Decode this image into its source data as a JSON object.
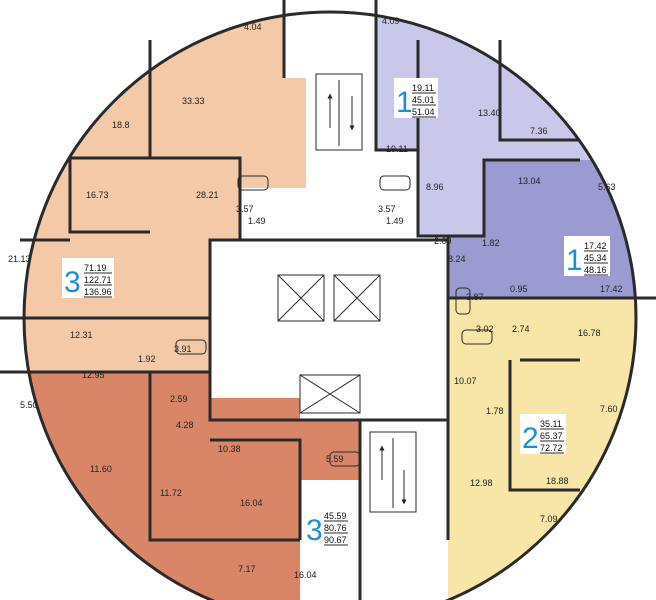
{
  "colors": {
    "peach": "#f4c9a8",
    "brick": "#d98668",
    "lavender": "#c9c8ea",
    "slate": "#9b9bd2",
    "cream": "#f7e6a8",
    "core": "#ffffff",
    "info_number": "#1e8fd6",
    "wall": "#2a2a2a"
  },
  "apartments": [
    {
      "rooms": "3",
      "living": "71.19",
      "total_no_balcony": "122.71",
      "total": "136.96"
    },
    {
      "rooms": "1",
      "living": "19.11",
      "total_no_balcony": "45.01",
      "total": "51.04"
    },
    {
      "rooms": "1",
      "living": "17.42",
      "total_no_balcony": "45.34",
      "total": "48.16"
    },
    {
      "rooms": "2",
      "living": "35.11",
      "total_no_balcony": "65.37",
      "total": "72.72"
    },
    {
      "rooms": "3",
      "living": "45.59",
      "total_no_balcony": "80.76",
      "total": "90.67"
    }
  ],
  "areas": {
    "a1": "4.04",
    "a2": "33.33",
    "a3": "18.8",
    "a4": "16.73",
    "a5": "28.21",
    "a6": "3.57",
    "a7": "1.49",
    "a8": "21.13",
    "a9": "12.31",
    "a10": "3.91",
    "a11": "1.92",
    "a12": "5.50",
    "a13": "12.95",
    "a14": "2.59",
    "a15": "4.28",
    "a16": "11.60",
    "a17": "10.38",
    "a18": "5.59",
    "a19": "11.72",
    "a20": "16.04",
    "a21": "7.17",
    "a22": "16.04",
    "a23": "4.09",
    "a24": "13.40",
    "a25": "7.36",
    "a26": "19.11",
    "a27": "8.96",
    "a28": "3.57",
    "a29": "1.49",
    "a30": "13.04",
    "a31": "5.63",
    "a32": "2.09",
    "a33": "1.82",
    "a34": "8.24",
    "a35": "3.87",
    "a36": "0.95",
    "a37": "17.42",
    "a38": "3.02",
    "a39": "2.74",
    "a40": "16.78",
    "a41": "10.07",
    "a42": "1.78",
    "a43": "7.60",
    "a44": "18.88",
    "a45": "12.98",
    "a46": "7.09"
  }
}
